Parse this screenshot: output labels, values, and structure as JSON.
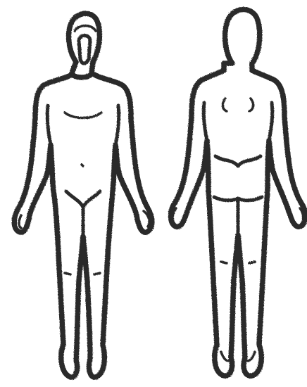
{
  "figures": [
    {
      "view": "front",
      "icon": "human-body-front-outline"
    },
    {
      "view": "back",
      "icon": "human-body-back-outline"
    }
  ],
  "colors": {
    "background": "#ffffff",
    "line": "#2b2b2b"
  }
}
